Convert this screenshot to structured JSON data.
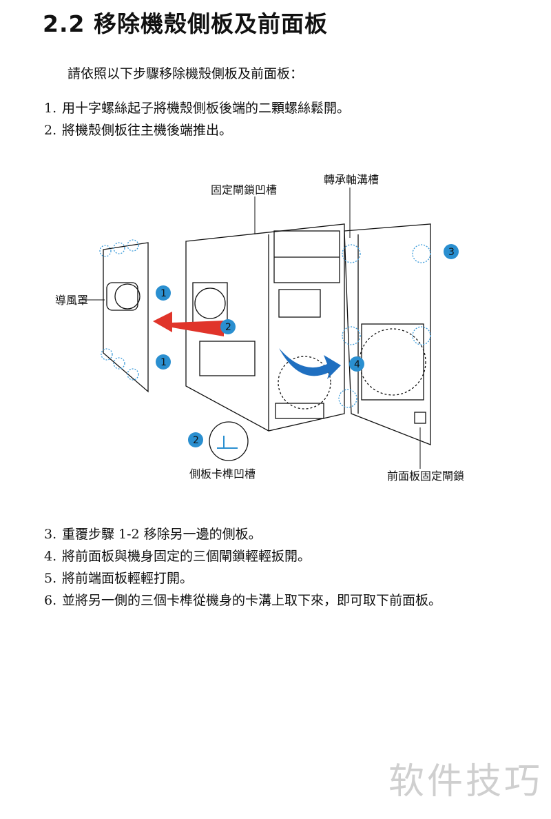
{
  "section": {
    "title": "2.2 移除機殼側板及前面板",
    "intro": "請依照以下步驟移除機殼側板及前面板："
  },
  "steps_top": [
    {
      "num": "1.",
      "text": "用十字螺絲起子將機殼側板後端的二顆螺絲鬆開。"
    },
    {
      "num": "2.",
      "text": "將機殼側板往主機後端推出。"
    }
  ],
  "diagram": {
    "labels": {
      "lock_groove": "固定閘鎖凹槽",
      "hinge_groove": "轉承軸溝槽",
      "air_duct": "導風罩",
      "side_tenon_groove": "側板卡榫凹槽",
      "front_lock": "前面板固定閘鎖"
    },
    "badges": [
      "1",
      "1",
      "2",
      "2",
      "3",
      "4"
    ],
    "colors": {
      "badge": "#2a8fd0",
      "red_arrow": "#e0342a",
      "blue_arrow": "#1f6fc0",
      "circle": "#3a9ad9"
    }
  },
  "steps_bottom": [
    {
      "num": "3.",
      "text": "重覆步驟 1-2 移除另一邊的側板。"
    },
    {
      "num": "4.",
      "text": "將前面板與機身固定的三個閘鎖輕輕扳開。"
    },
    {
      "num": "5.",
      "text": "將前端面板輕輕打開。"
    },
    {
      "num": "6.",
      "text": "並將另一側的三個卡榫從機身的卡溝上取下來，即可取下前面板。"
    }
  ],
  "watermark": "软件技巧"
}
